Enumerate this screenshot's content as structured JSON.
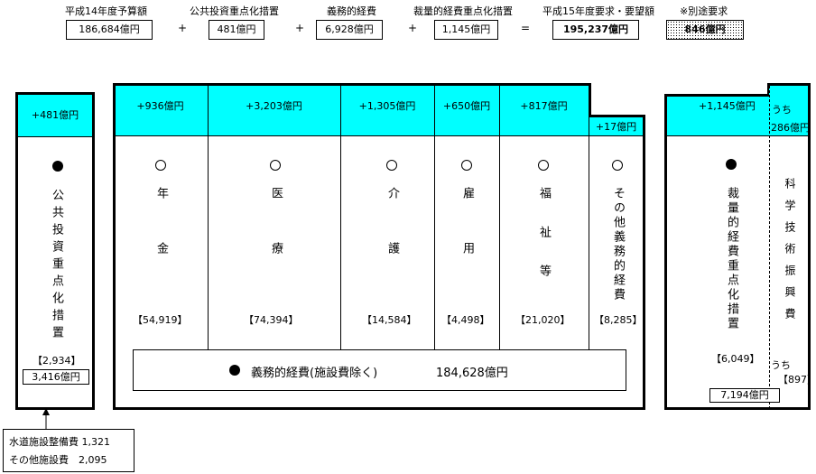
{
  "equation": {
    "items": [
      {
        "label": "平成14年度予算額",
        "value": "186,684億円"
      },
      {
        "label": "公共投資重点化措置",
        "value": "481億円"
      },
      {
        "label": "義務的経費",
        "value": "6,928億円"
      },
      {
        "label": "裁量的経費重点化措置",
        "value": "1,145億円"
      },
      {
        "label": "平成15年度要求・要望額",
        "value": "195,237億円"
      },
      {
        "label": "※別途要求",
        "value": "846億円"
      }
    ],
    "plus": "+",
    "equals": "="
  },
  "public_investment": {
    "increase": "+481億円",
    "title": "公共投資重点化措置",
    "amount": "【2,934】",
    "total": "3,416億円"
  },
  "mandatory": {
    "columns": [
      {
        "increase": "+936億円",
        "title": "年金",
        "amount": "【54,919】"
      },
      {
        "increase": "+3,203億円",
        "title": "医療",
        "amount": "【74,394】"
      },
      {
        "increase": "+1,305億円",
        "title": "介護",
        "amount": "【14,584】"
      },
      {
        "increase": "+650億円",
        "title": "雇用",
        "amount": "【4,498】"
      },
      {
        "increase": "+817億円",
        "title": "福祉等",
        "amount": "【21,020】"
      },
      {
        "increase": "+17億円",
        "title": "その他義務的経費",
        "amount": "【8,285】"
      }
    ],
    "summary_label": "義務的経費(施設費除く)",
    "summary_value": "184,628億円"
  },
  "discretionary": {
    "increase": "+1,145億円",
    "sub_prefix": "うち",
    "sub_increase": "286億円",
    "title": "裁量的経費重点化措置",
    "amount": "【6,049】",
    "science_title": "科学技術振興費",
    "science_prefix": "うち",
    "science_amount": "【897】",
    "total": "7,194億円"
  },
  "note": {
    "lines": [
      "水道施設整備費 1,321",
      "その他施設費　2,095"
    ]
  }
}
